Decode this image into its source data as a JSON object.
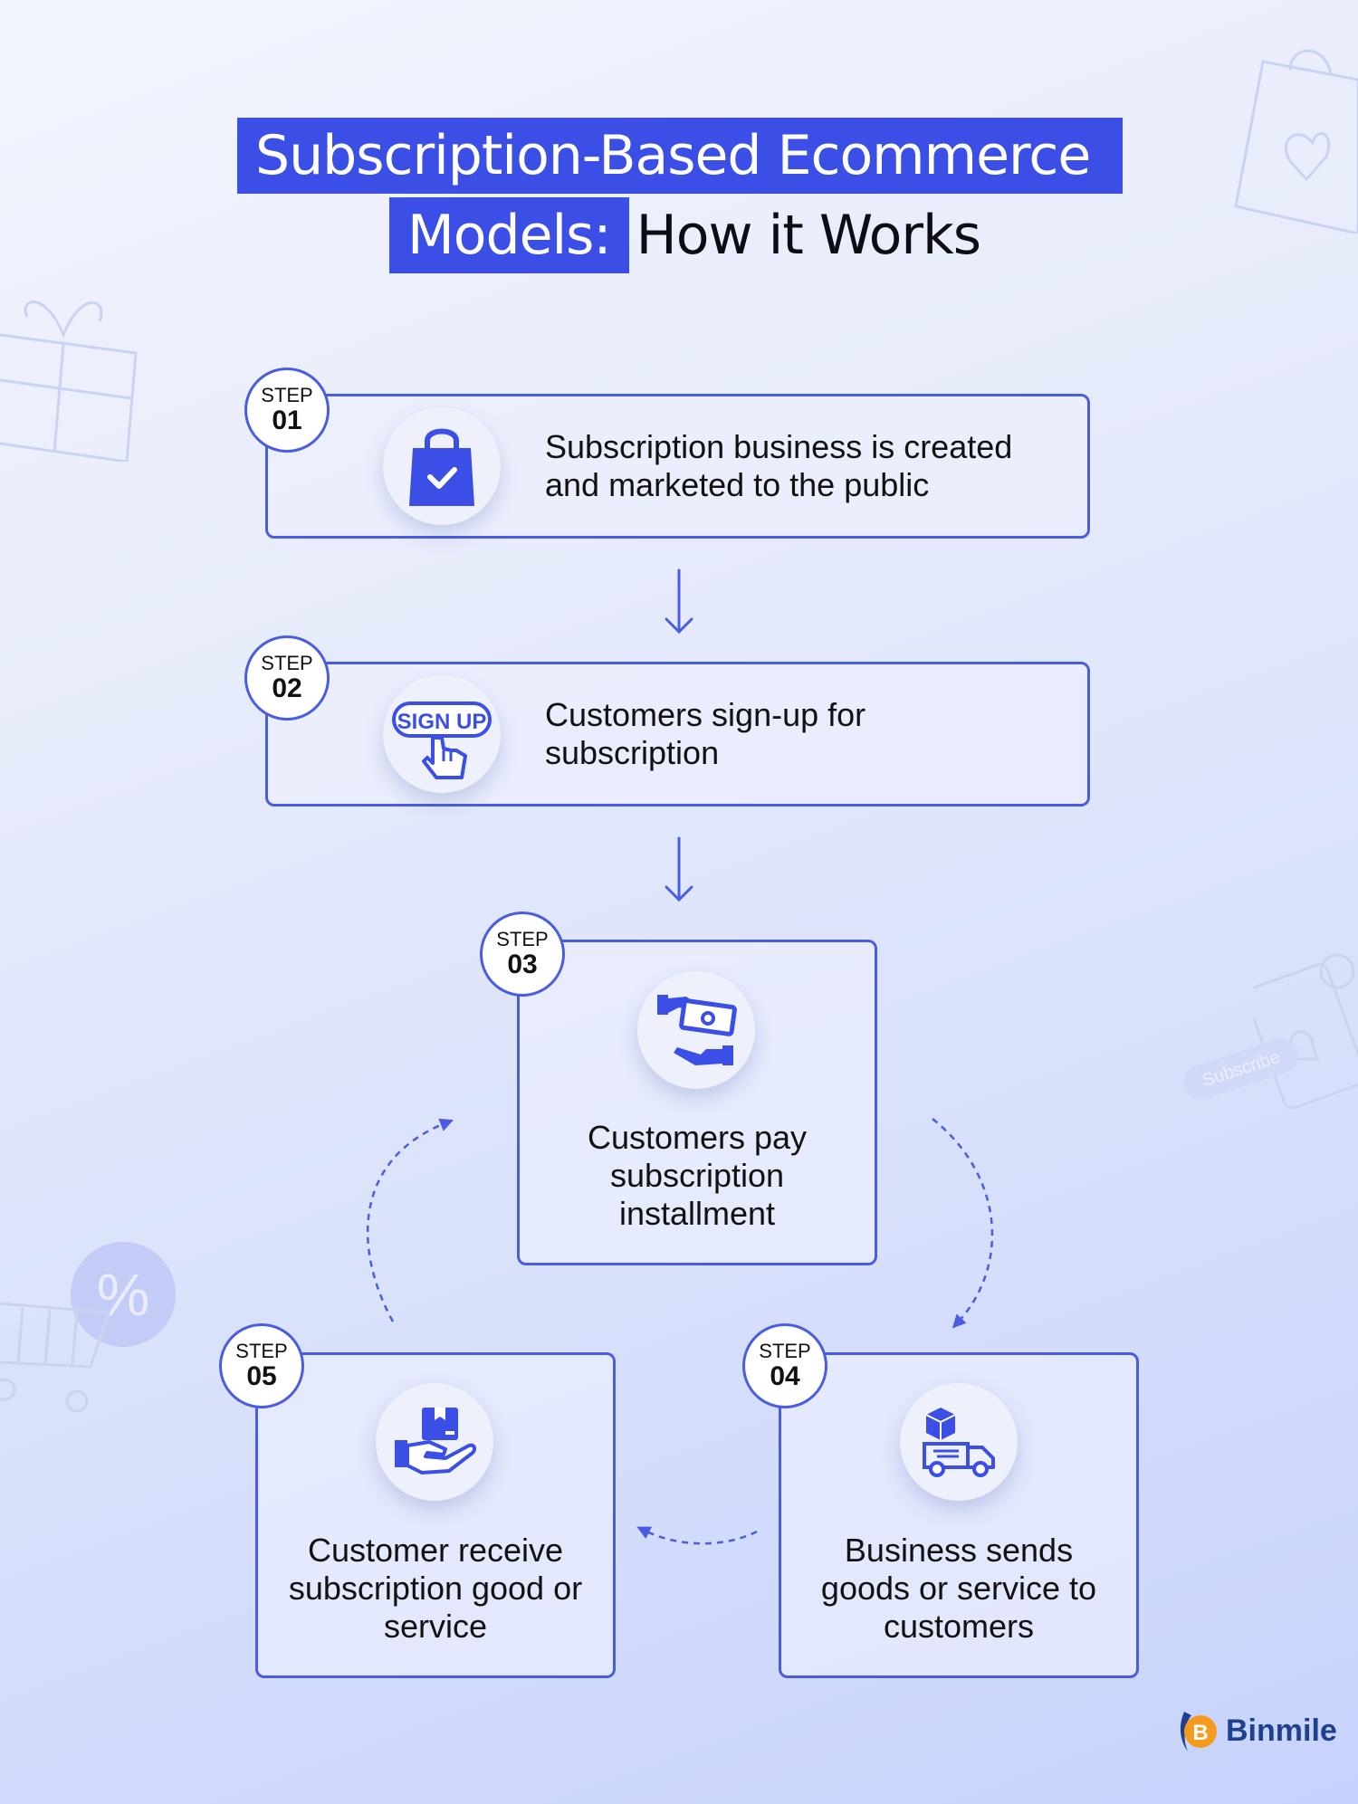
{
  "title": {
    "line1_highlight": "Subscription-Based Ecommerce",
    "line2_highlight": "Models:",
    "line2_plain": "How it Works"
  },
  "steps": [
    {
      "step_word": "STEP",
      "number": "01",
      "text": "Subscription business is created and marketed to the public",
      "icon": "shopping-bag-check-icon"
    },
    {
      "step_word": "STEP",
      "number": "02",
      "text": "Customers sign-up for subscription",
      "icon": "sign-up-hand-icon",
      "icon_label": "SIGN UP"
    },
    {
      "step_word": "STEP",
      "number": "03",
      "text": "Customers pay subscription installment",
      "icon": "payment-hand-icon"
    },
    {
      "step_word": "STEP",
      "number": "04",
      "text": "Business sends goods or service to customers",
      "icon": "delivery-truck-icon"
    },
    {
      "step_word": "STEP",
      "number": "05",
      "text": "Customer receive subscription good or service",
      "icon": "package-hand-icon"
    }
  ],
  "decorations": {
    "subscribe_label": "Subscribe",
    "percent": "%"
  },
  "brand": {
    "name": "Binmile"
  },
  "colors": {
    "accent": "#3b4fe6",
    "border": "#4a5de0",
    "text": "#111111"
  }
}
